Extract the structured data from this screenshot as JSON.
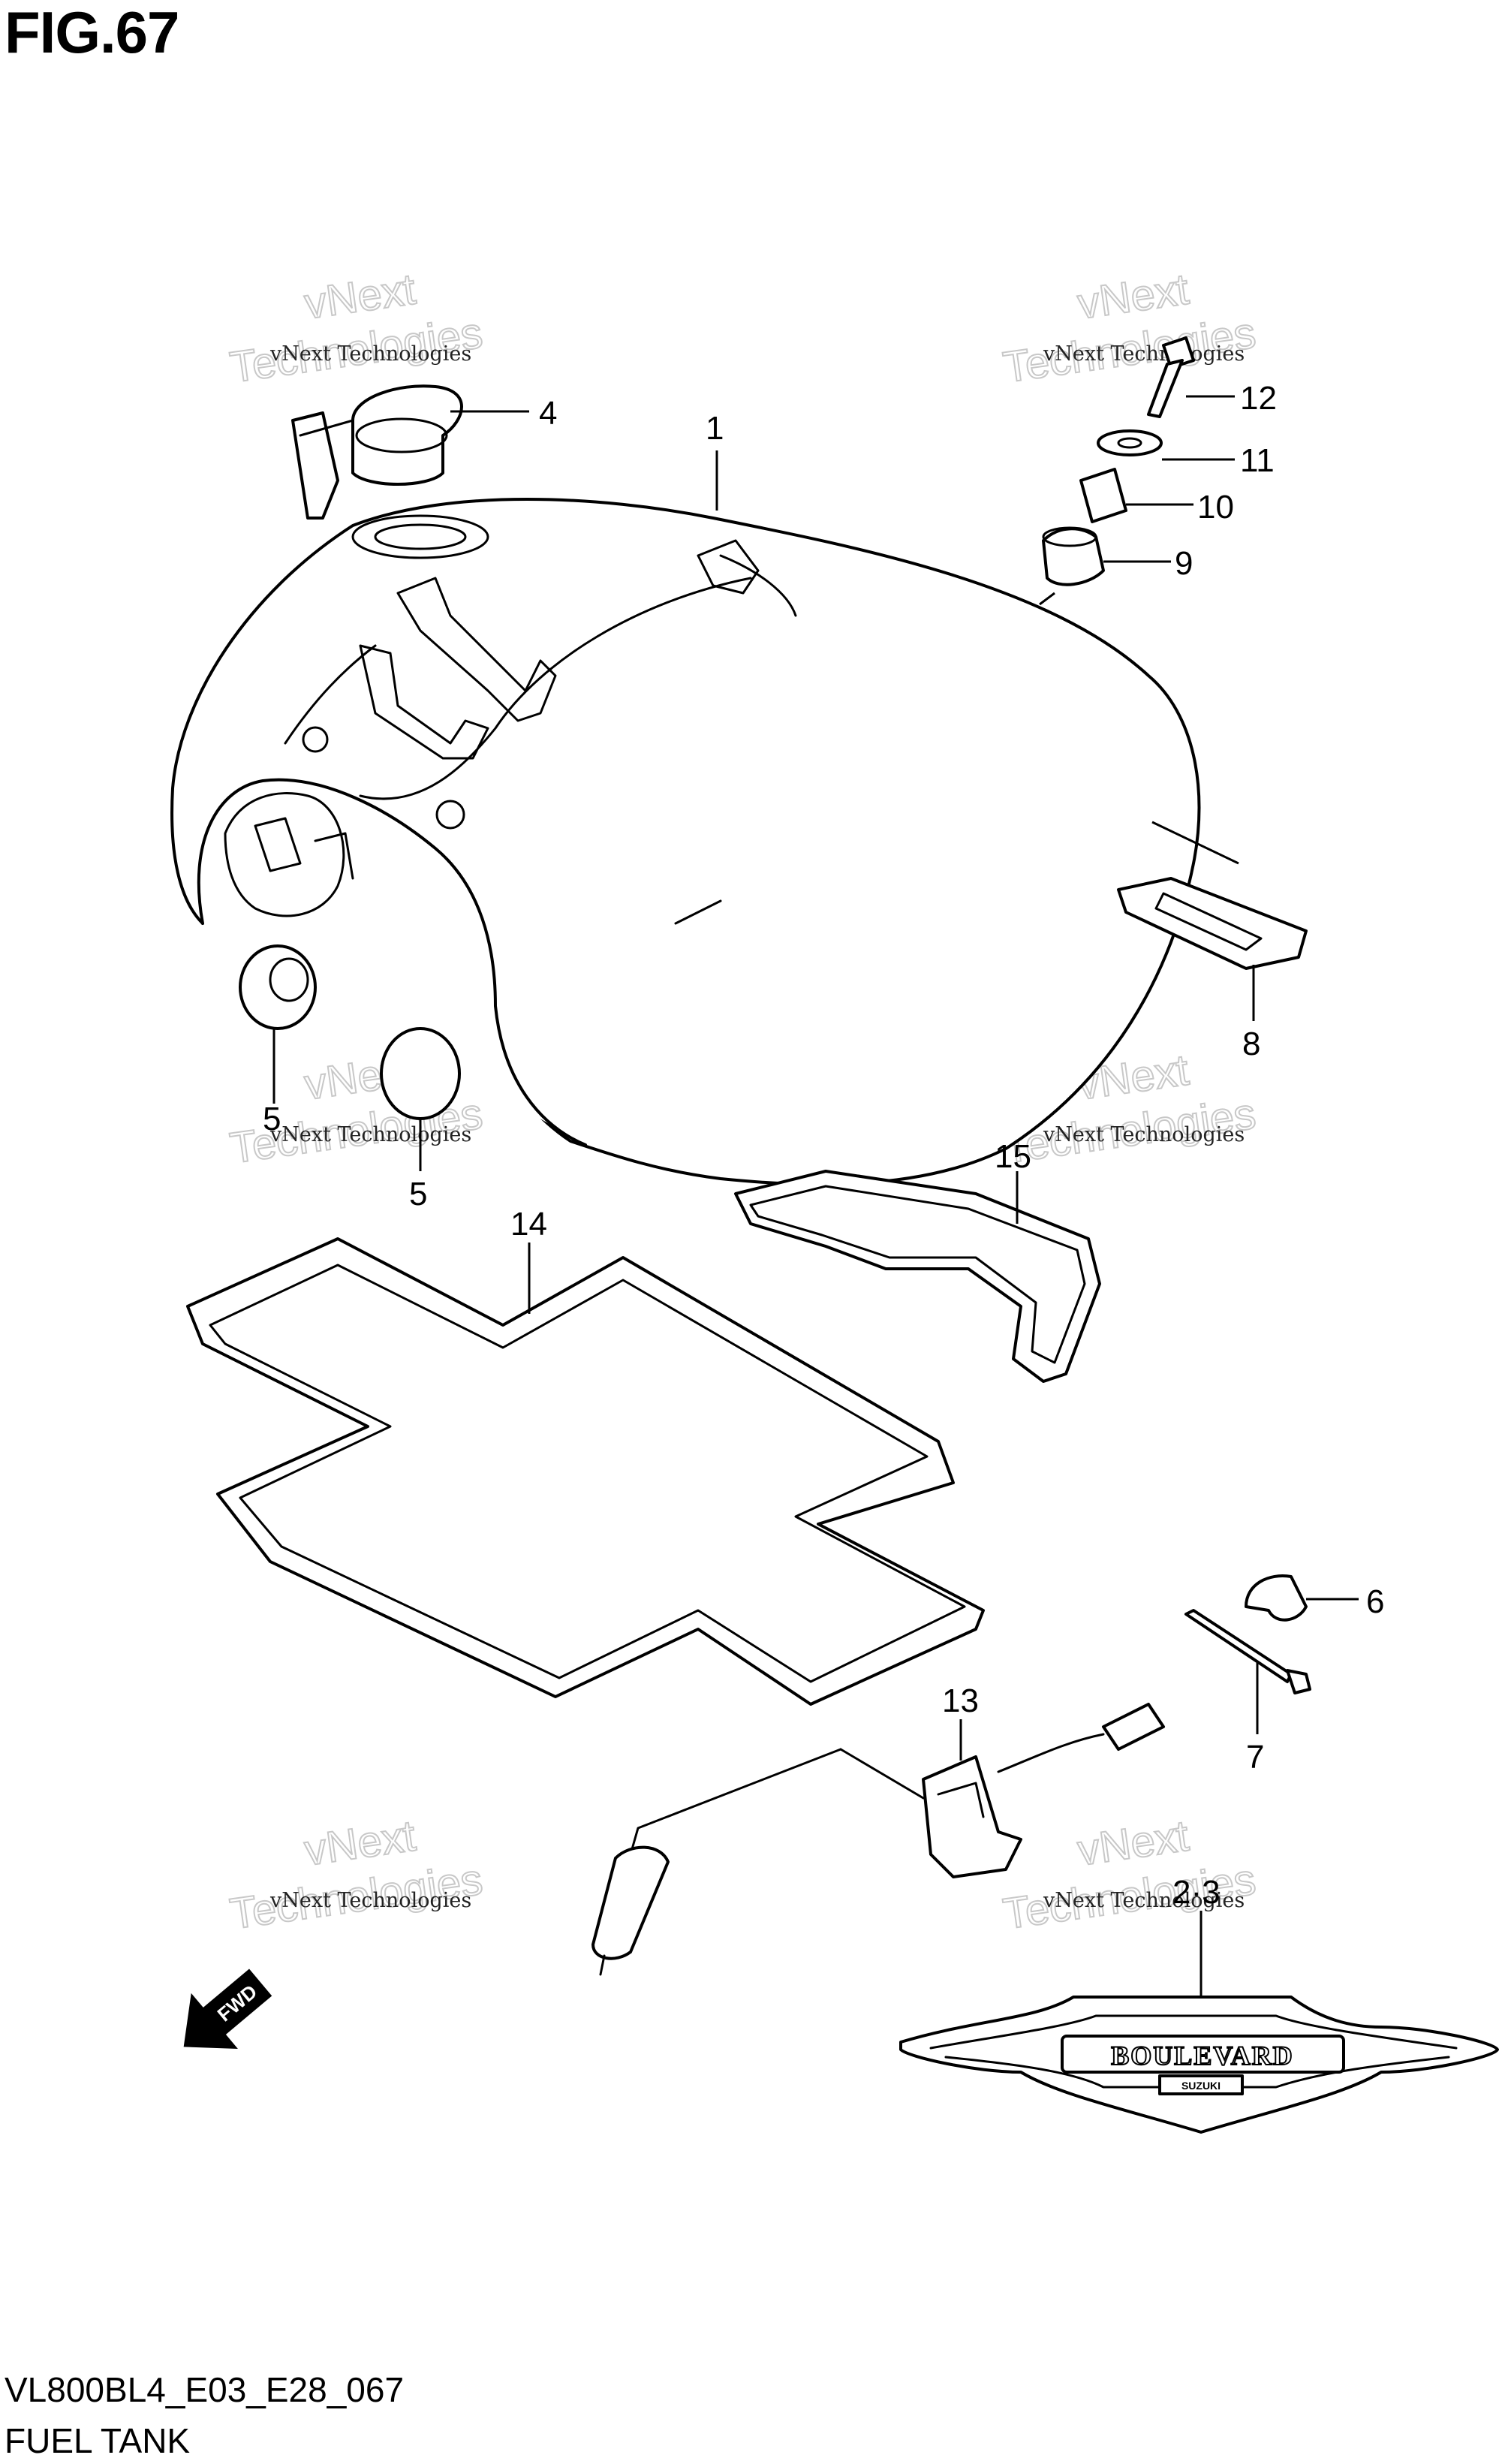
{
  "figure": {
    "title": "FIG.67",
    "code": "VL800BL4_E03_E28_067",
    "name": "FUEL TANK"
  },
  "callouts": {
    "c1": "1",
    "c23": "2·3",
    "c4": "4",
    "c5a": "5",
    "c5b": "5",
    "c6": "6",
    "c7": "7",
    "c8": "8",
    "c9": "9",
    "c10": "10",
    "c11": "11",
    "c12": "12",
    "c13": "13",
    "c14": "14",
    "c15": "15"
  },
  "watermark": {
    "line1": "vNext Technologies",
    "line2": "vNext",
    "line3": "Technologies"
  },
  "badge": {
    "text": "BOULEVARD",
    "subtext": "SUZUKI"
  },
  "fwd_label": "FWD"
}
